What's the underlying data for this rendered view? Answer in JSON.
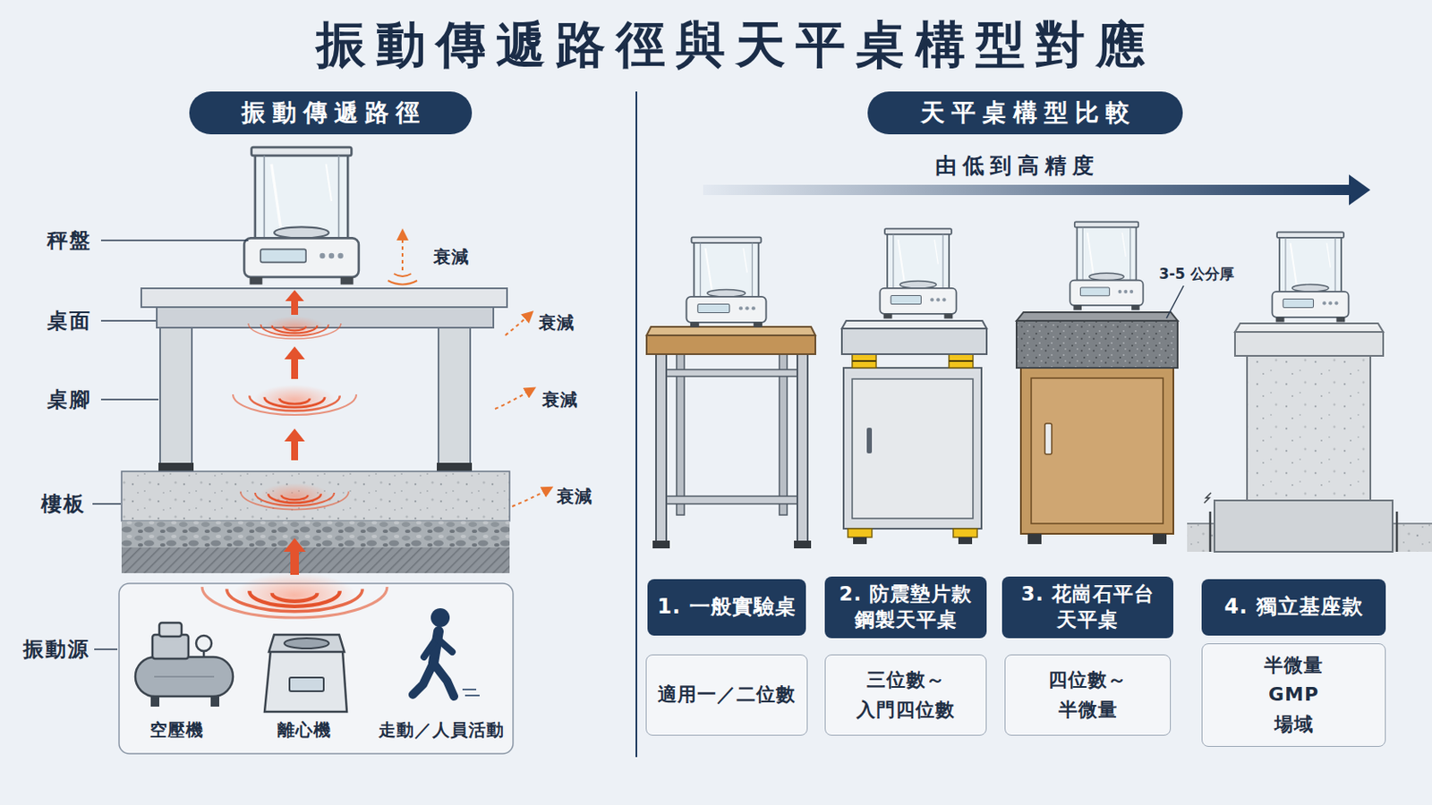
{
  "diagram": {
    "title": "振動傳遞路徑與天平桌構型對應",
    "nodes": [
      {
        "text": [
          "振動傳遞路徑"
        ]
      },
      {
        "text": [
          "天平桌構型比較"
        ]
      },
      {
        "text": [
          "1. 一般實驗桌"
        ]
      },
      {
        "text": [
          "2. 防震墊片款 鋼製天平桌"
        ]
      },
      {
        "text": [
          "3. 花崗石平台 天平桌"
        ]
      },
      {
        "text": [
          "4. 獨立基座款"
        ]
      },
      {
        "text": [
          "適用一／二位數"
        ]
      },
      {
        "text": [
          "三位數～ 入門四位數"
        ]
      },
      {
        "text": [
          "四位數～ 半微量"
        ]
      },
      {
        "text": [
          "半微量 GMP 場域"
        ]
      }
    ],
    "labels": [
      "秤盤",
      "衰減",
      "桌面",
      "衰減",
      "桌腳",
      "衰減",
      "樓板",
      "衰減",
      "振動源",
      "空壓機",
      "離心機",
      "走動／人員活動",
      "由低到高精度",
      "3-5 公分厚"
    ]
  }
}
